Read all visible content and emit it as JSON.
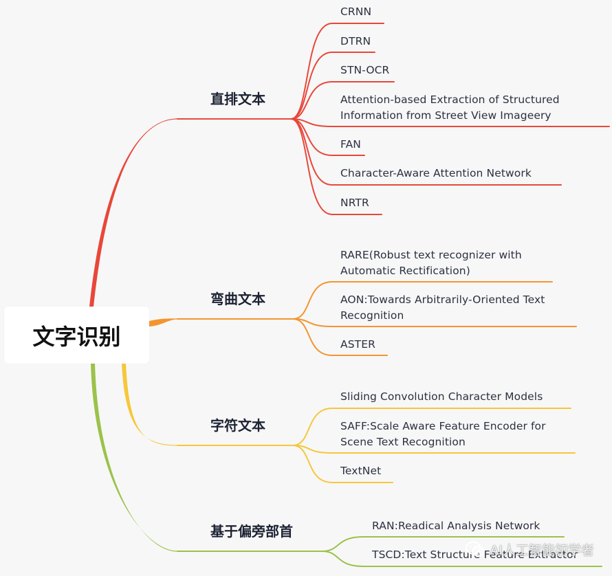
{
  "root": {
    "title": "文字识别"
  },
  "branches": [
    {
      "title": "直排文本",
      "color": "#e8473a",
      "items": [
        [
          "CRNN"
        ],
        [
          "DTRN"
        ],
        [
          "STN-OCR"
        ],
        [
          "Attention-based Extraction of Structured",
          "Information from Street View Imageery"
        ],
        [
          "FAN"
        ],
        [
          "Character-Aware Attention Network"
        ],
        [
          "NRTR"
        ]
      ]
    },
    {
      "title": "弯曲文本",
      "color": "#f3952f",
      "items": [
        [
          "RARE(Robust text recognizer with",
          "Automatic Rectification)"
        ],
        [
          "AON:Towards Arbitrarily-Oriented Text",
          "Recognition"
        ],
        [
          "ASTER"
        ]
      ]
    },
    {
      "title": "字符文本",
      "color": "#f6c73a",
      "items": [
        [
          "Sliding Convolution Character Models"
        ],
        [
          "SAFF:Scale Aware Feature Encoder for",
          "Scene Text Recognition"
        ],
        [
          "TextNet"
        ]
      ]
    },
    {
      "title": "基于偏旁部首",
      "color": "#9bc24a",
      "items": [
        [
          "RAN:Readical Analysis Network"
        ],
        [
          "TSCD:Text Structure Feature Extractor"
        ]
      ]
    }
  ],
  "watermark": {
    "text": "AI人工智能初学者",
    "icon": "wechat-icon"
  }
}
